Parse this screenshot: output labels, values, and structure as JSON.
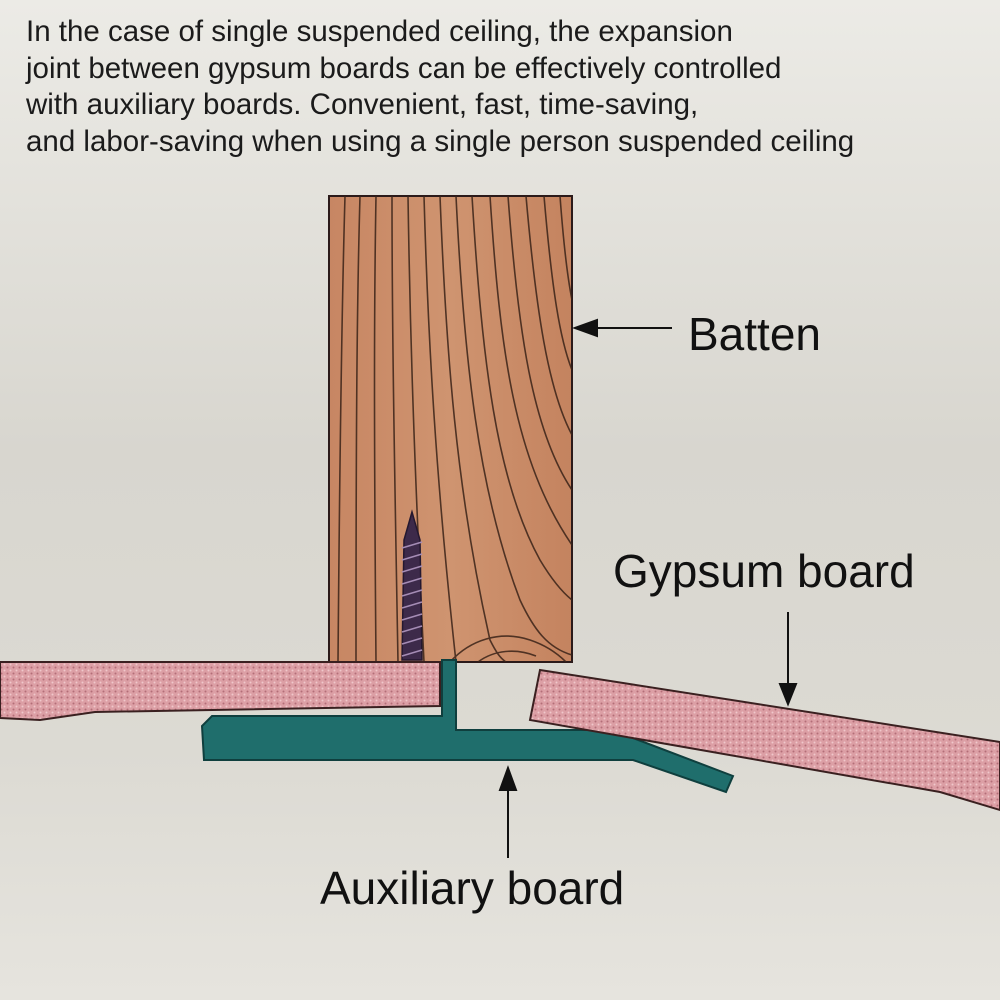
{
  "caption": "In the case of single suspended ceiling, the expansion\njoint between gypsum boards can be effectively controlled\nwith auxiliary boards. Convenient, fast, time-saving,\nand labor-saving when using a single person suspended ceiling",
  "labels": {
    "batten": "Batten",
    "gypsum_board": "Gypsum board",
    "auxiliary_board": "Auxiliary board"
  },
  "colors": {
    "wood": "#c98b66",
    "wood_grain": "#3a2318",
    "gypsum": "#d99aa0",
    "gypsum_dots": "#b46e78",
    "auxiliary_board": "#1f6e6c",
    "screw": "#3d2a4a",
    "outline": "#2b1a1a"
  }
}
